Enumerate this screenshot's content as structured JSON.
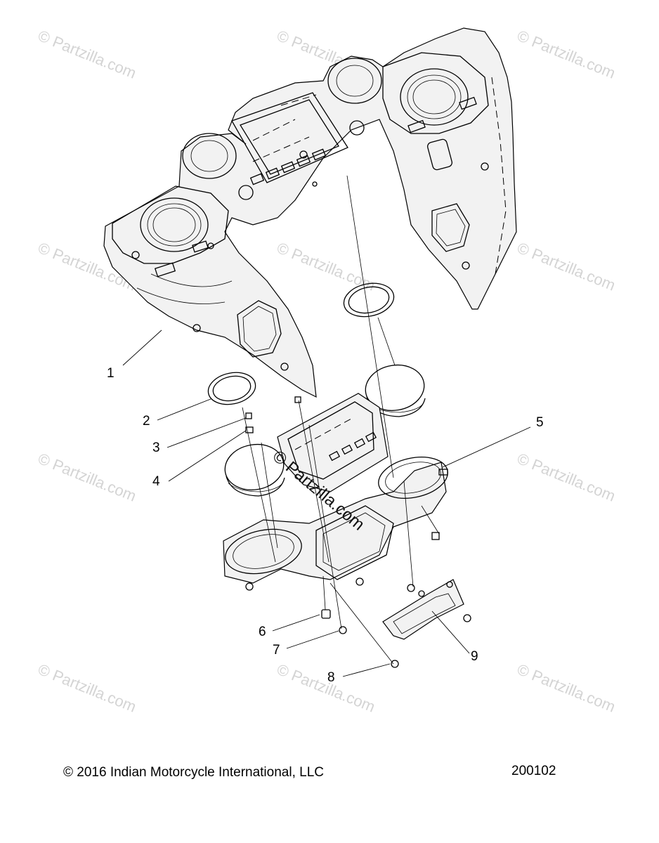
{
  "watermark_text": "© Partzilla.com",
  "center_watermark_text": "© Partzilla.com",
  "callouts": [
    {
      "id": "1",
      "label": "1"
    },
    {
      "id": "2",
      "label": "2"
    },
    {
      "id": "3",
      "label": "3"
    },
    {
      "id": "4",
      "label": "4"
    },
    {
      "id": "5",
      "label": "5"
    },
    {
      "id": "6",
      "label": "6"
    },
    {
      "id": "7",
      "label": "7"
    },
    {
      "id": "8",
      "label": "8"
    },
    {
      "id": "9",
      "label": "9"
    }
  ],
  "footer": {
    "copyright": "© 2016 Indian Motorcycle International, LLC",
    "diagram_number": "200102"
  },
  "colors": {
    "line": "#000000",
    "watermark": "#d4d4d4",
    "background": "#ffffff"
  }
}
